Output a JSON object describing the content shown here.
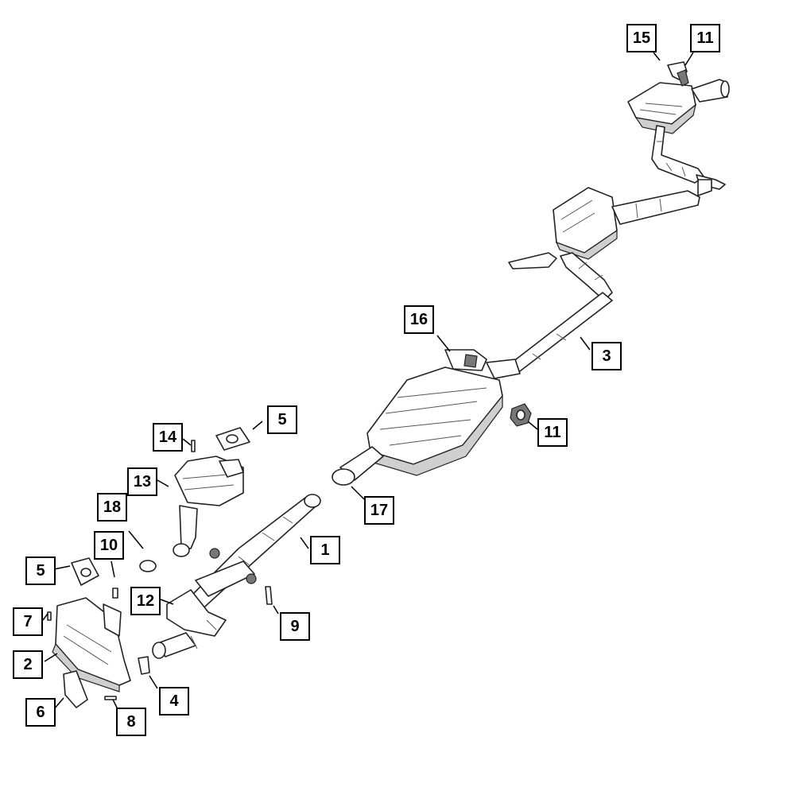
{
  "diagram": {
    "callouts": [
      {
        "id": "c15a",
        "label": "15"
      },
      {
        "id": "c11a",
        "label": "11"
      },
      {
        "id": "c16",
        "label": "16"
      },
      {
        "id": "c3",
        "label": "3"
      },
      {
        "id": "c11b",
        "label": "11"
      },
      {
        "id": "c5a",
        "label": "5"
      },
      {
        "id": "c14",
        "label": "14"
      },
      {
        "id": "c13",
        "label": "13"
      },
      {
        "id": "c17",
        "label": "17"
      },
      {
        "id": "c18",
        "label": "18"
      },
      {
        "id": "c1",
        "label": "1"
      },
      {
        "id": "c10",
        "label": "10"
      },
      {
        "id": "c5b",
        "label": "5"
      },
      {
        "id": "c12",
        "label": "12"
      },
      {
        "id": "c9",
        "label": "9"
      },
      {
        "id": "c7",
        "label": "7"
      },
      {
        "id": "c2",
        "label": "2"
      },
      {
        "id": "c4",
        "label": "4"
      },
      {
        "id": "c6",
        "label": "6"
      },
      {
        "id": "c8",
        "label": "8"
      }
    ]
  }
}
